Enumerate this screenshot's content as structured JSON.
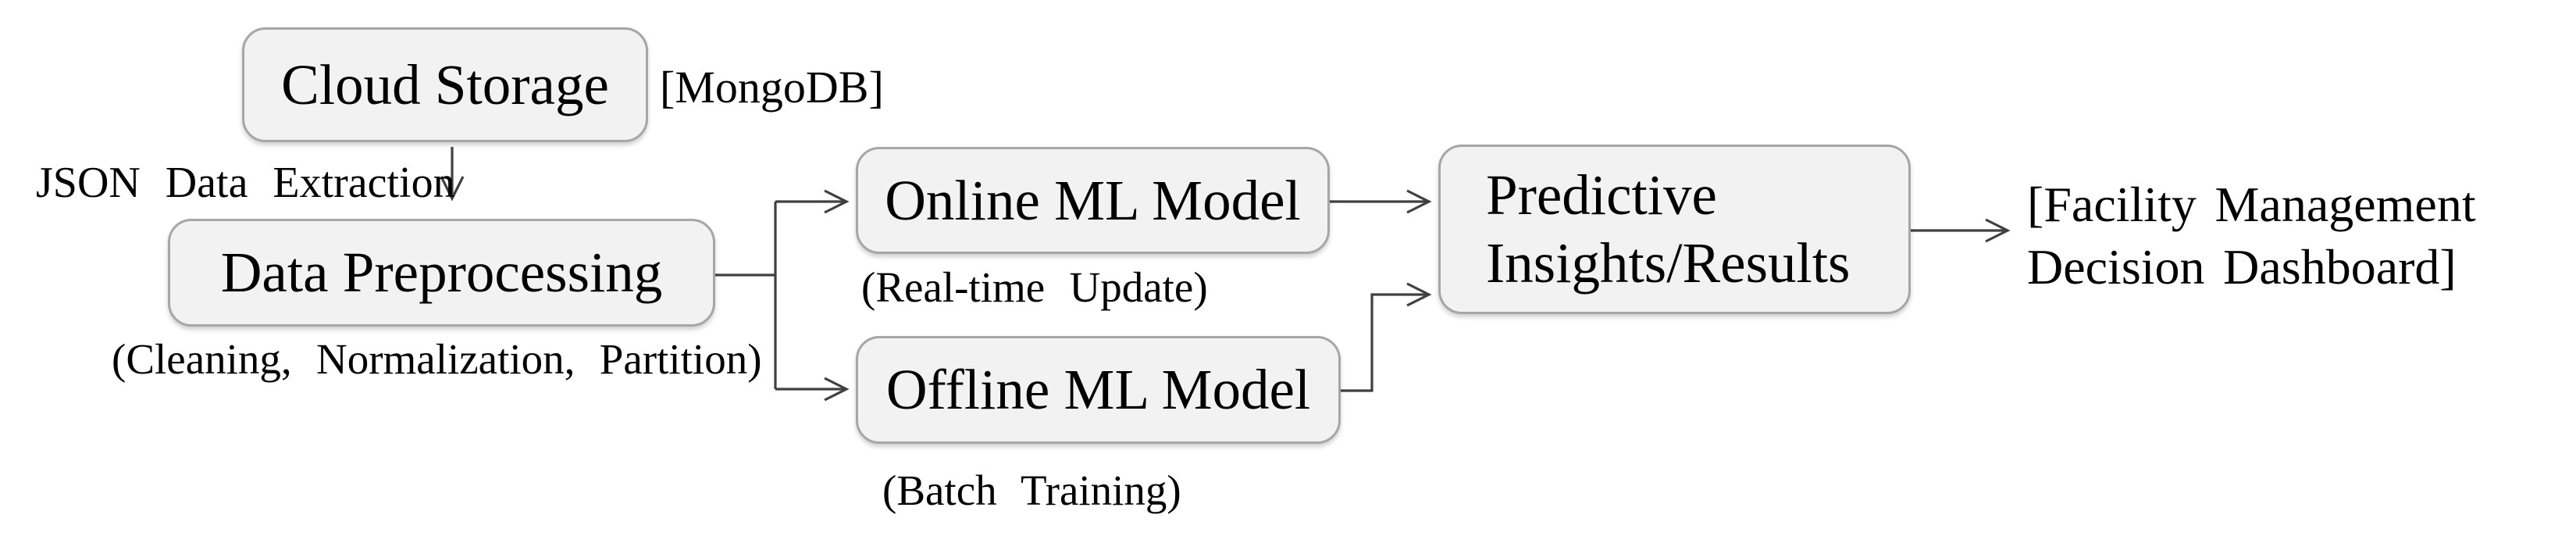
{
  "diagram": {
    "title_none_visible": "",
    "nodes": {
      "cloud_storage": {
        "label": "Cloud Storage"
      },
      "data_preprocessing": {
        "label": "Data Preprocessing"
      },
      "online_ml": {
        "label": "Online ML Model"
      },
      "offline_ml": {
        "label": "Offline ML Model"
      },
      "predictive": {
        "line1": "Predictive",
        "line2": "Insights/Results"
      }
    },
    "annotations": {
      "mongodb": "[MongoDB]",
      "json_extraction": "JSON Data Extraction",
      "preprocessing_caption": "(Cleaning, Normalization, Partition)",
      "online_caption": "(Real-time Update)",
      "offline_caption": "(Batch Training)",
      "dashboard_line1": "[Facility Management",
      "dashboard_line2": "Decision Dashboard]"
    },
    "edges": [
      {
        "from": "cloud_storage",
        "to": "data_preprocessing",
        "label": "JSON Data Extraction"
      },
      {
        "from": "data_preprocessing",
        "to": "online_ml",
        "label": ""
      },
      {
        "from": "data_preprocessing",
        "to": "offline_ml",
        "label": ""
      },
      {
        "from": "online_ml",
        "to": "predictive",
        "label": ""
      },
      {
        "from": "offline_ml",
        "to": "predictive",
        "label": ""
      },
      {
        "from": "predictive",
        "to": "facility_dashboard",
        "label": ""
      }
    ]
  },
  "colors": {
    "background": "#ffffff",
    "node_fill": "#f2f2f2",
    "node_border": "#a6a6a6",
    "line": "#404040",
    "text": "#000000"
  }
}
